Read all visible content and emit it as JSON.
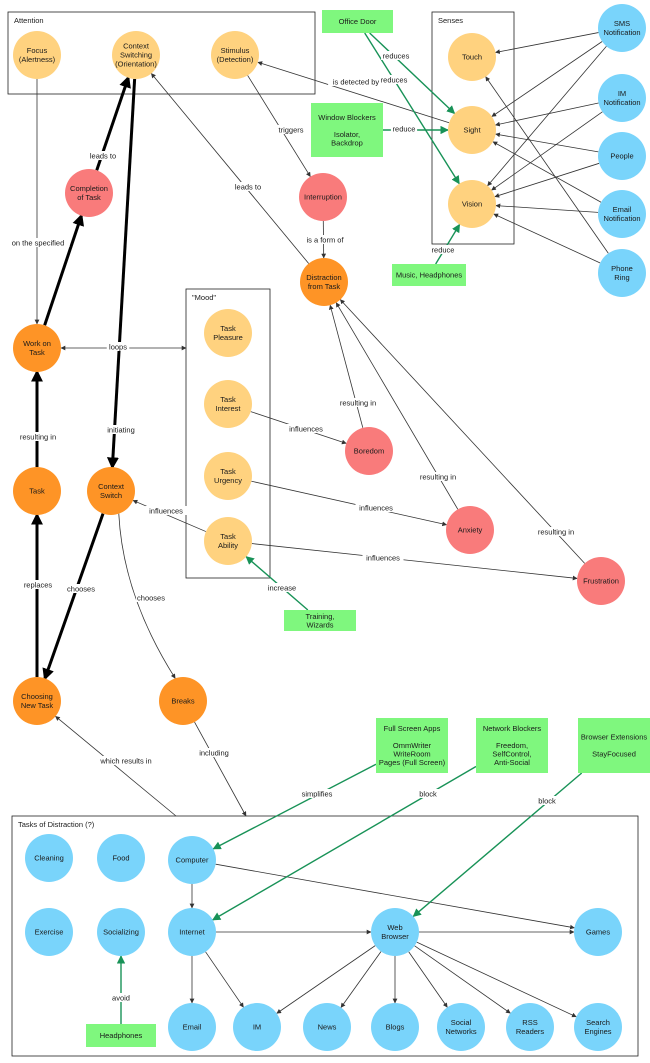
{
  "diagram": {
    "groups": [
      {
        "id": "attention",
        "title": "Attention"
      },
      {
        "id": "senses",
        "title": "Senses"
      },
      {
        "id": "mood",
        "title": "\"Mood\""
      },
      {
        "id": "tasks",
        "title": "Tasks of Distraction (?)"
      }
    ],
    "nodes": [
      {
        "id": "focus",
        "label": [
          "Focus",
          "(Alertness)"
        ],
        "kind": "yellow"
      },
      {
        "id": "context_orient",
        "label": [
          "Context",
          "Switching",
          "(Orientation)"
        ],
        "kind": "yellow"
      },
      {
        "id": "stimulus",
        "label": [
          "Stimulus",
          "(Detection)"
        ],
        "kind": "yellow"
      },
      {
        "id": "touch",
        "label": [
          "Touch"
        ],
        "kind": "yellow"
      },
      {
        "id": "sight",
        "label": [
          "Sight"
        ],
        "kind": "yellow"
      },
      {
        "id": "vision",
        "label": [
          "Vision"
        ],
        "kind": "yellow"
      },
      {
        "id": "sms",
        "label": [
          "SMS",
          "Notification"
        ],
        "kind": "blue"
      },
      {
        "id": "im_notif",
        "label": [
          "IM",
          "Notification"
        ],
        "kind": "blue"
      },
      {
        "id": "people",
        "label": [
          "People"
        ],
        "kind": "blue"
      },
      {
        "id": "email_notif",
        "label": [
          "Email",
          "Notification"
        ],
        "kind": "blue"
      },
      {
        "id": "phone",
        "label": [
          "Phone",
          "Ring"
        ],
        "kind": "blue"
      },
      {
        "id": "completion",
        "label": [
          "Completion",
          "of Task"
        ],
        "kind": "red"
      },
      {
        "id": "interruption",
        "label": [
          "Interruption"
        ],
        "kind": "red"
      },
      {
        "id": "distraction",
        "label": [
          "Distraction",
          "from Task"
        ],
        "kind": "orange"
      },
      {
        "id": "work",
        "label": [
          "Work on",
          "Task"
        ],
        "kind": "orange"
      },
      {
        "id": "pleasure",
        "label": [
          "Task",
          "Pleasure"
        ],
        "kind": "yellow"
      },
      {
        "id": "interest",
        "label": [
          "Task",
          "Interest"
        ],
        "kind": "yellow"
      },
      {
        "id": "urgency",
        "label": [
          "Task",
          "Urgency"
        ],
        "kind": "yellow"
      },
      {
        "id": "ability",
        "label": [
          "Task",
          "Ability"
        ],
        "kind": "yellow"
      },
      {
        "id": "boredom",
        "label": [
          "Boredom"
        ],
        "kind": "red"
      },
      {
        "id": "anxiety",
        "label": [
          "Anxiety"
        ],
        "kind": "red"
      },
      {
        "id": "frustration",
        "label": [
          "Frustration"
        ],
        "kind": "red"
      },
      {
        "id": "task",
        "label": [
          "Task"
        ],
        "kind": "orange"
      },
      {
        "id": "context_switch",
        "label": [
          "Context",
          "Switch"
        ],
        "kind": "orange"
      },
      {
        "id": "choosing",
        "label": [
          "Choosing",
          "New Task"
        ],
        "kind": "orange"
      },
      {
        "id": "breaks",
        "label": [
          "Breaks"
        ],
        "kind": "orange"
      },
      {
        "id": "cleaning",
        "label": [
          "Cleaning"
        ],
        "kind": "blue"
      },
      {
        "id": "food",
        "label": [
          "Food"
        ],
        "kind": "blue"
      },
      {
        "id": "computer",
        "label": [
          "Computer"
        ],
        "kind": "blue"
      },
      {
        "id": "exercise",
        "label": [
          "Exercise"
        ],
        "kind": "blue"
      },
      {
        "id": "socializing",
        "label": [
          "Socializing"
        ],
        "kind": "blue"
      },
      {
        "id": "internet",
        "label": [
          "Internet"
        ],
        "kind": "blue"
      },
      {
        "id": "web_browser",
        "label": [
          "Web",
          "Browser"
        ],
        "kind": "blue"
      },
      {
        "id": "games",
        "label": [
          "Games"
        ],
        "kind": "blue"
      },
      {
        "id": "email",
        "label": [
          "Email"
        ],
        "kind": "blue"
      },
      {
        "id": "im",
        "label": [
          "IM"
        ],
        "kind": "blue"
      },
      {
        "id": "news",
        "label": [
          "News"
        ],
        "kind": "blue"
      },
      {
        "id": "blogs",
        "label": [
          "Blogs"
        ],
        "kind": "blue"
      },
      {
        "id": "social_networks",
        "label": [
          "Social",
          "Networks"
        ],
        "kind": "blue"
      },
      {
        "id": "rss",
        "label": [
          "RSS",
          "Readers"
        ],
        "kind": "blue"
      },
      {
        "id": "search_engines",
        "label": [
          "Search",
          "Engines"
        ],
        "kind": "blue"
      }
    ],
    "boxes": [
      {
        "id": "office_door",
        "label": [
          "Office Door"
        ]
      },
      {
        "id": "window_blockers",
        "label": [
          "Window Blockers",
          "",
          "Isolator,",
          "Backdrop"
        ]
      },
      {
        "id": "music",
        "label": [
          "Music, Headphones"
        ]
      },
      {
        "id": "training",
        "label": [
          "Training,",
          "Wizards"
        ]
      },
      {
        "id": "full_screen",
        "label": [
          "Full Screen Apps",
          "",
          "OmmWriter",
          "WriteRoom",
          "Pages (Full Screen)"
        ]
      },
      {
        "id": "network_blockers",
        "label": [
          "Network Blockers",
          "",
          "Freedom,",
          "SelfControl,",
          "Anti-Social"
        ]
      },
      {
        "id": "browser_ext",
        "label": [
          "Browser Extensions",
          "",
          "StayFocused"
        ]
      },
      {
        "id": "headphones",
        "label": [
          "Headphones"
        ]
      }
    ],
    "edges": [
      {
        "id": "e1",
        "label": "is detected by"
      },
      {
        "id": "e2",
        "label": "triggers"
      },
      {
        "id": "e3",
        "label": "is a form of"
      },
      {
        "id": "e4",
        "label": "leads to"
      },
      {
        "id": "e5",
        "label": "leads to"
      },
      {
        "id": "e6",
        "label": "on the specified"
      },
      {
        "id": "e7",
        "label": "loops"
      },
      {
        "id": "e8",
        "label": "initiating"
      },
      {
        "id": "e9",
        "label": "resulting in"
      },
      {
        "id": "e10",
        "label": "influences"
      },
      {
        "id": "e11",
        "label": "influences"
      },
      {
        "id": "e12",
        "label": "influences"
      },
      {
        "id": "e13",
        "label": "influences"
      },
      {
        "id": "e14",
        "label": "resulting in"
      },
      {
        "id": "e15",
        "label": "resulting in"
      },
      {
        "id": "e16",
        "label": "resulting in"
      },
      {
        "id": "e17",
        "label": "replaces"
      },
      {
        "id": "e18",
        "label": "chooses"
      },
      {
        "id": "e19",
        "label": "chooses"
      },
      {
        "id": "e20",
        "label": "which results in"
      },
      {
        "id": "e21",
        "label": "including"
      },
      {
        "id": "e22",
        "label": "reduces"
      },
      {
        "id": "e23",
        "label": "reduces"
      },
      {
        "id": "e24",
        "label": "reduce"
      },
      {
        "id": "e25",
        "label": "reduce"
      },
      {
        "id": "e26",
        "label": "increase"
      },
      {
        "id": "e27",
        "label": "simplifies"
      },
      {
        "id": "e28",
        "label": "block"
      },
      {
        "id": "e29",
        "label": "block"
      },
      {
        "id": "e30",
        "label": "avoid"
      }
    ]
  },
  "colors": {
    "yellow": "#FFD27F",
    "orange": "#FE9426",
    "red": "#F97B7B",
    "blue": "#79D4FB",
    "green_box": "#7FF77E",
    "green_line": "#189257",
    "line": "#333333"
  }
}
